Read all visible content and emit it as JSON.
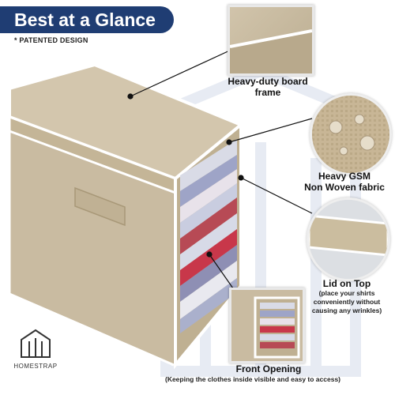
{
  "header": {
    "title": "Best at a Glance",
    "note": "* PATENTED DESIGN"
  },
  "features": [
    {
      "label_line1": "Heavy-duty board",
      "label_line2": "frame"
    },
    {
      "label_line1": "Heavy GSM",
      "label_line2": "Non Woven fabric"
    },
    {
      "label_line1": "Lid on Top",
      "sub_line1": "(place your shirts",
      "sub_line2": "conveniently without",
      "sub_line3": "causing any wrinkles)"
    },
    {
      "label_line1": "Front Opening",
      "sub_line1": "(Keeping the clothes inside visible and easy to access)"
    }
  ],
  "brand": {
    "name": "HOMESTRAP"
  },
  "colors": {
    "banner": "#1f3d73",
    "fabric": "#cdbfa6",
    "trim": "#ffffff"
  }
}
